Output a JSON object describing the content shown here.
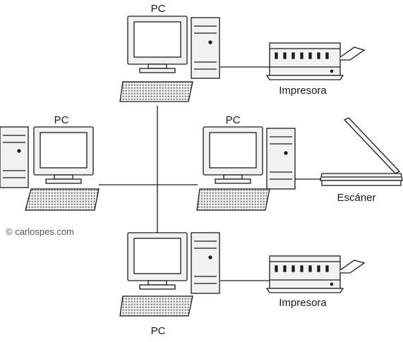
{
  "diagram": {
    "labels": {
      "pc": "PC",
      "printer": "Impresora",
      "scanner": "Escáner",
      "credit": "© carlospes.com"
    },
    "nodes": [
      {
        "id": "pc-top",
        "kind": "pc",
        "label": "PC"
      },
      {
        "id": "pc-left",
        "kind": "pc",
        "label": "PC"
      },
      {
        "id": "pc-right",
        "kind": "pc",
        "label": "PC"
      },
      {
        "id": "pc-bottom",
        "kind": "pc",
        "label": "PC"
      },
      {
        "id": "printer-top",
        "kind": "printer",
        "label": "Impresora"
      },
      {
        "id": "printer-bottom",
        "kind": "printer",
        "label": "Impresora"
      },
      {
        "id": "scanner",
        "kind": "scanner",
        "label": "Escáner"
      }
    ],
    "edges": [
      [
        "pc-top",
        "pc-bottom"
      ],
      [
        "pc-left",
        "pc-right"
      ],
      [
        "pc-top",
        "printer-top"
      ],
      [
        "pc-right",
        "scanner"
      ],
      [
        "pc-bottom",
        "printer-bottom"
      ]
    ],
    "colors": {
      "stroke": "#1a1a1a",
      "screen": "#ffffff",
      "body": "#f2f2f2",
      "keyboard": "#d9d9d9",
      "credit": "#555555"
    }
  }
}
